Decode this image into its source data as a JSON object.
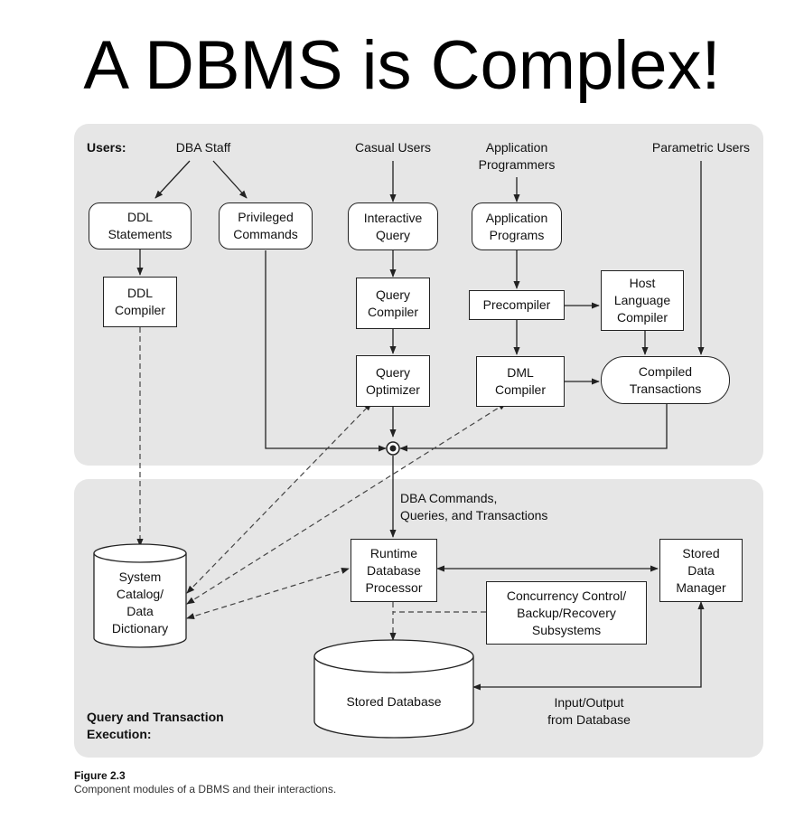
{
  "title": "A DBMS is Complex!",
  "users_section": {
    "label": "Users:",
    "dba_staff": "DBA Staff",
    "casual_users": "Casual Users",
    "application_programmers": [
      "Application",
      "Programmers"
    ],
    "parametric_users": "Parametric Users"
  },
  "nodes": {
    "ddl_statements": [
      "DDL",
      "Statements"
    ],
    "privileged_commands": [
      "Privileged",
      "Commands"
    ],
    "interactive_query": [
      "Interactive",
      "Query"
    ],
    "application_programs": [
      "Application",
      "Programs"
    ],
    "ddl_compiler": [
      "DDL",
      "Compiler"
    ],
    "query_compiler": [
      "Query",
      "Compiler"
    ],
    "precompiler": [
      "Precompiler"
    ],
    "host_language_compiler": [
      "Host",
      "Language",
      "Compiler"
    ],
    "query_optimizer": [
      "Query",
      "Optimizer"
    ],
    "dml_compiler": [
      "DML",
      "Compiler"
    ],
    "compiled_transactions": [
      "Compiled",
      "Transactions"
    ],
    "system_catalog": [
      "System",
      "Catalog/",
      "Data",
      "Dictionary"
    ],
    "runtime_processor": [
      "Runtime",
      "Database",
      "Processor"
    ],
    "stored_data_manager": [
      "Stored",
      "Data",
      "Manager"
    ],
    "concurrency_control": [
      "Concurrency Control/",
      "Backup/Recovery",
      "Subsystems"
    ],
    "stored_database": [
      "Stored Database"
    ]
  },
  "edge_labels": {
    "dba_commands": [
      "DBA Commands,",
      "Queries, and Transactions"
    ],
    "input_output": [
      "Input/Output",
      "from Database"
    ]
  },
  "execution_section": {
    "label": [
      "Query and Transaction",
      "Execution:"
    ]
  },
  "caption": {
    "figure": "Figure 2.3",
    "text": "Component modules of a DBMS and their interactions."
  }
}
